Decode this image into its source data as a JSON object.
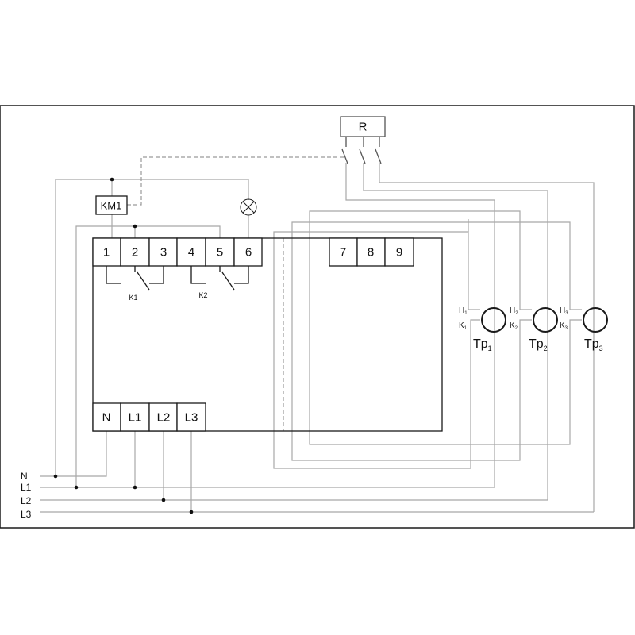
{
  "diagram": {
    "relay_label": "KM1",
    "timer_label": "R",
    "upper_terminals": [
      "1",
      "2",
      "3",
      "4",
      "5",
      "6"
    ],
    "sensor_terminals": [
      "7",
      "8",
      "9"
    ],
    "lower_terminals": [
      "N",
      "L1",
      "L2",
      "L3"
    ],
    "contacts": [
      "K1",
      "K2"
    ],
    "lines": [
      "N",
      "L1",
      "L2",
      "L3"
    ],
    "sensors": [
      {
        "base": "Tp",
        "sub": "1",
        "h_base": "H",
        "h_sub": "1",
        "k_base": "K",
        "k_sub": "1"
      },
      {
        "base": "Tp",
        "sub": "2",
        "h_base": "H",
        "h_sub": "2",
        "k_base": "K",
        "k_sub": "2"
      },
      {
        "base": "Tp",
        "sub": "3",
        "h_base": "H",
        "h_sub": "3",
        "k_base": "K",
        "k_sub": "3"
      }
    ]
  }
}
